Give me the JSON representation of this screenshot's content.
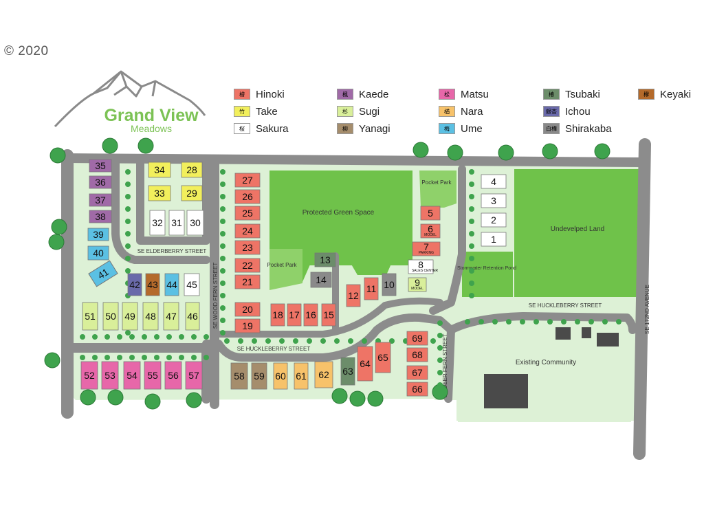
{
  "copyright": "© 2020",
  "logo": {
    "title": "Grand View",
    "subtitle": "Meadows"
  },
  "colors": {
    "Hinoki": "#ee7466",
    "Take": "#f2ef5c",
    "Sakura": "#ffffff",
    "Kaede": "#a06aa7",
    "Sugi": "#d9ef9a",
    "Yanagi": "#a58d6c",
    "Matsu": "#e767a9",
    "Nara": "#f7c26a",
    "Ume": "#5bc0e3",
    "Tsubaki": "#6c8d6a",
    "Ichou": "#6a6aaa",
    "Shirakaba": "#8a8a8a",
    "Keyaki": "#b46a2b"
  },
  "legend": [
    {
      "name": "Hinoki",
      "kanji": "檜"
    },
    {
      "name": "Take",
      "kanji": "竹"
    },
    {
      "name": "Sakura",
      "kanji": "桜"
    },
    {
      "name": "Kaede",
      "kanji": "楓"
    },
    {
      "name": "Sugi",
      "kanji": "杉"
    },
    {
      "name": "Yanagi",
      "kanji": "柳"
    },
    {
      "name": "Matsu",
      "kanji": "松"
    },
    {
      "name": "Nara",
      "kanji": "楢"
    },
    {
      "name": "Ume",
      "kanji": "梅"
    },
    {
      "name": "Tsubaki",
      "kanji": "椿"
    },
    {
      "name": "Ichou",
      "kanji": "銀杏"
    },
    {
      "name": "Shirakaba",
      "kanji": "白樺"
    },
    {
      "name": "Keyaki",
      "kanji": "欅"
    }
  ],
  "areas": {
    "green_space": "Protected Green Space",
    "undeveloped": "Undevelped Land",
    "pocket_park": "Pocket Park",
    "stormwater": "Stormwater Retention Pond",
    "existing": "Existing Community"
  },
  "streets": {
    "elderberry": "SE ELDERBERRY STREET",
    "woodfern": "SE WOOD FERN STREET",
    "huckleberry": "SE HUCKLEBERRY STREET",
    "deerfern": "SE DEER FERN STREET",
    "ave172": "SE 172ND AVENUE"
  },
  "lot_notes": {
    "6": "MODEL",
    "7": "PARKING",
    "8": "SALES CENTER",
    "9": "MODEL"
  },
  "lots": [
    {
      "n": "1",
      "t": "Sakura"
    },
    {
      "n": "2",
      "t": "Sakura"
    },
    {
      "n": "3",
      "t": "Sakura"
    },
    {
      "n": "4",
      "t": "Sakura"
    },
    {
      "n": "5",
      "t": "Hinoki"
    },
    {
      "n": "6",
      "t": "Hinoki"
    },
    {
      "n": "7",
      "t": "Hinoki"
    },
    {
      "n": "8",
      "t": "Sakura"
    },
    {
      "n": "9",
      "t": "Sugi"
    },
    {
      "n": "10",
      "t": "Shirakaba"
    },
    {
      "n": "11",
      "t": "Hinoki"
    },
    {
      "n": "12",
      "t": "Hinoki"
    },
    {
      "n": "13",
      "t": "Tsubaki"
    },
    {
      "n": "14",
      "t": "Shirakaba"
    },
    {
      "n": "15",
      "t": "Hinoki"
    },
    {
      "n": "16",
      "t": "Hinoki"
    },
    {
      "n": "17",
      "t": "Hinoki"
    },
    {
      "n": "18",
      "t": "Hinoki"
    },
    {
      "n": "19",
      "t": "Hinoki"
    },
    {
      "n": "20",
      "t": "Hinoki"
    },
    {
      "n": "21",
      "t": "Hinoki"
    },
    {
      "n": "22",
      "t": "Hinoki"
    },
    {
      "n": "23",
      "t": "Hinoki"
    },
    {
      "n": "24",
      "t": "Hinoki"
    },
    {
      "n": "25",
      "t": "Hinoki"
    },
    {
      "n": "26",
      "t": "Hinoki"
    },
    {
      "n": "27",
      "t": "Hinoki"
    },
    {
      "n": "28",
      "t": "Take"
    },
    {
      "n": "29",
      "t": "Take"
    },
    {
      "n": "30",
      "t": "Sakura"
    },
    {
      "n": "31",
      "t": "Sakura"
    },
    {
      "n": "32",
      "t": "Sakura"
    },
    {
      "n": "33",
      "t": "Take"
    },
    {
      "n": "34",
      "t": "Take"
    },
    {
      "n": "35",
      "t": "Kaede"
    },
    {
      "n": "36",
      "t": "Kaede"
    },
    {
      "n": "37",
      "t": "Kaede"
    },
    {
      "n": "38",
      "t": "Kaede"
    },
    {
      "n": "39",
      "t": "Ume"
    },
    {
      "n": "40",
      "t": "Ume"
    },
    {
      "n": "41",
      "t": "Ume"
    },
    {
      "n": "42",
      "t": "Ichou"
    },
    {
      "n": "43",
      "t": "Keyaki"
    },
    {
      "n": "44",
      "t": "Ume"
    },
    {
      "n": "45",
      "t": "Sakura"
    },
    {
      "n": "46",
      "t": "Sugi"
    },
    {
      "n": "47",
      "t": "Sugi"
    },
    {
      "n": "48",
      "t": "Sugi"
    },
    {
      "n": "49",
      "t": "Sugi"
    },
    {
      "n": "50",
      "t": "Sugi"
    },
    {
      "n": "51",
      "t": "Sugi"
    },
    {
      "n": "52",
      "t": "Matsu"
    },
    {
      "n": "53",
      "t": "Matsu"
    },
    {
      "n": "54",
      "t": "Matsu"
    },
    {
      "n": "55",
      "t": "Matsu"
    },
    {
      "n": "56",
      "t": "Matsu"
    },
    {
      "n": "57",
      "t": "Matsu"
    },
    {
      "n": "58",
      "t": "Yanagi"
    },
    {
      "n": "59",
      "t": "Yanagi"
    },
    {
      "n": "60",
      "t": "Nara"
    },
    {
      "n": "61",
      "t": "Nara"
    },
    {
      "n": "62",
      "t": "Nara"
    },
    {
      "n": "63",
      "t": "Tsubaki"
    },
    {
      "n": "64",
      "t": "Hinoki"
    },
    {
      "n": "65",
      "t": "Hinoki"
    },
    {
      "n": "66",
      "t": "Hinoki"
    },
    {
      "n": "67",
      "t": "Hinoki"
    },
    {
      "n": "68",
      "t": "Hinoki"
    },
    {
      "n": "69",
      "t": "Hinoki"
    }
  ]
}
